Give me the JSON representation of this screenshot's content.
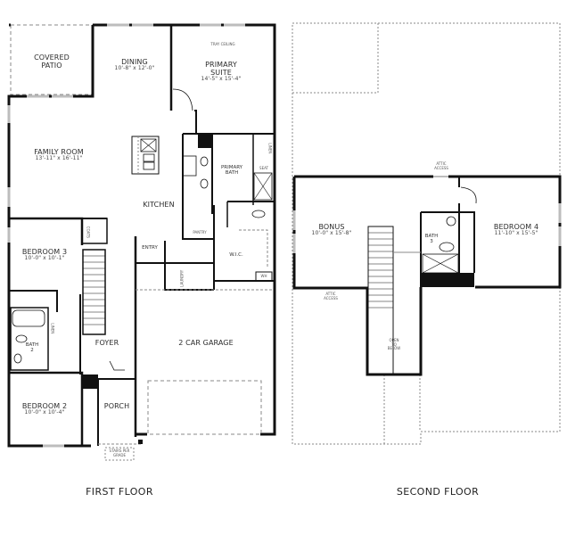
{
  "first_floor": {
    "title": "FIRST FLOOR",
    "rooms": {
      "covered_patio": {
        "name": "COVERED PATIO",
        "line1": "COVERED",
        "line2": "PATIO"
      },
      "dining": {
        "name": "DINING",
        "dims": "10'-8\" x 12'-0\""
      },
      "primary_suite": {
        "line1": "PRIMARY",
        "line2": "SUITE",
        "dims": "14'-5\" x 15'-4\"",
        "note": "TRAY CEILING"
      },
      "family_room": {
        "name": "FAMILY ROOM",
        "dims": "13'-11\" x 16'-11\""
      },
      "kitchen": {
        "name": "KITCHEN"
      },
      "primary_bath": {
        "line1": "PRIMARY",
        "line2": "BATH",
        "seat": "SEAT",
        "linen": "LINEN"
      },
      "pantry": {
        "name": "PANTRY"
      },
      "wic": {
        "name": "W.I.C."
      },
      "wh": {
        "name": "WH"
      },
      "entry": {
        "name": "ENTRY"
      },
      "laundry": {
        "name": "LAUNDRY"
      },
      "coats": {
        "name": "COATS"
      },
      "bedroom3": {
        "name": "BEDROOM 3",
        "dims": "10'-0\" x 10'-1\""
      },
      "bath2": {
        "name": "BATH",
        "number": "2",
        "linen": "LINEN"
      },
      "foyer": {
        "name": "FOYER"
      },
      "garage": {
        "name": "2 CAR GARAGE"
      },
      "bedroom2": {
        "name": "BEDROOM 2",
        "dims": "10'-0\" x 10'-4\""
      },
      "porch": {
        "name": "PORCH"
      },
      "stairs_note": {
        "line1": "STAIRS PER",
        "line2": "GRADE"
      }
    }
  },
  "second_floor": {
    "title": "SECOND FLOOR",
    "rooms": {
      "bonus": {
        "name": "BONUS",
        "dims": "10'-0\" x 15'-8\""
      },
      "bedroom4": {
        "name": "BEDROOM 4",
        "dims": "11'-10\" x 15'-5\""
      },
      "bath3": {
        "name": "BATH",
        "number": "3"
      },
      "attic_access_top": {
        "line1": "ATTIC",
        "line2": "ACCESS"
      },
      "attic_access_left": {
        "line1": "ATTIC",
        "line2": "ACCESS"
      },
      "open_to_below": {
        "line1": "OPEN",
        "line2": "TO",
        "line3": "BELOW"
      }
    }
  },
  "colors": {
    "wall": "#111111",
    "dashed": "#8a8a8a",
    "window": "#bdbdbd",
    "background": "#ffffff"
  }
}
